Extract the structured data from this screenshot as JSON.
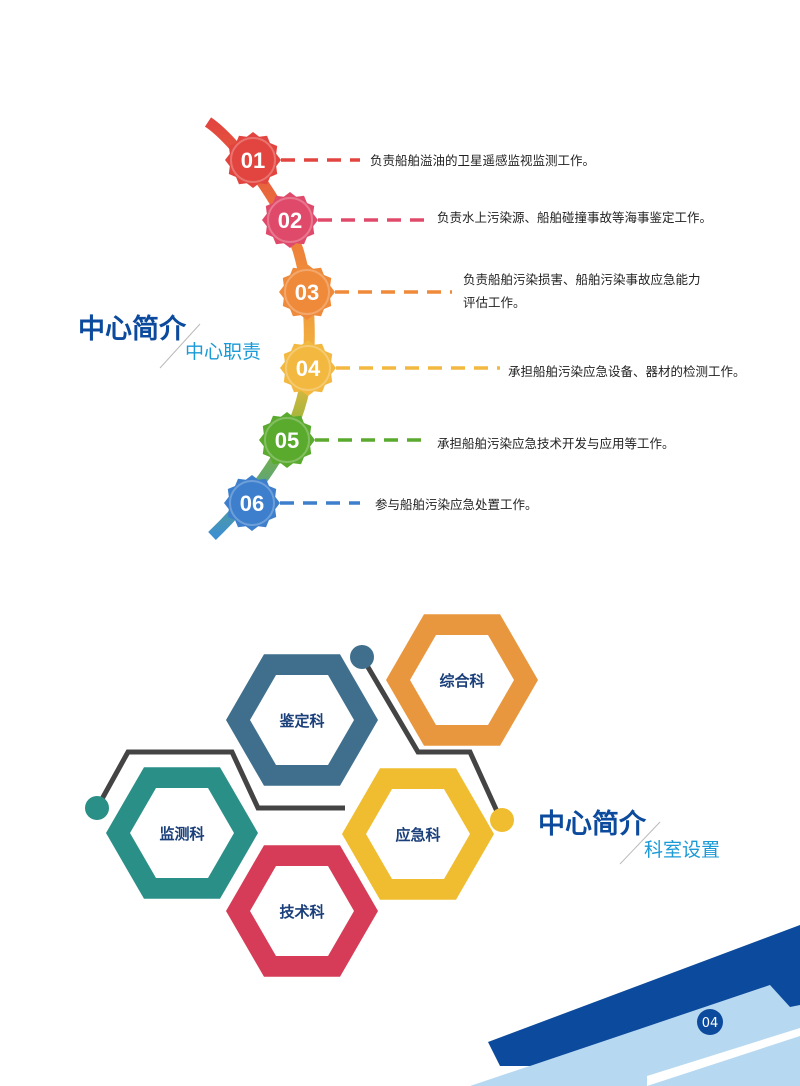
{
  "section1": {
    "title": "中心简介",
    "subtitle": "中心职责",
    "duties": [
      {
        "num": "01",
        "lines": [
          "负责船舶溢油的卫星遥感监视监测工作。"
        ],
        "color": "#e2453f"
      },
      {
        "num": "02",
        "lines": [
          "负责水上污染源、船舶碰撞事故等海事鉴定工作。"
        ],
        "color": "#e04a6a"
      },
      {
        "num": "03",
        "lines": [
          "负责船舶污染损害、船舶污染事故应急能力",
          "评估工作。"
        ],
        "color": "#ef8a3a"
      },
      {
        "num": "04",
        "lines": [
          "承担船舶污染应急设备、器材的检测工作。"
        ],
        "color": "#f2b840"
      },
      {
        "num": "05",
        "lines": [
          "承担船舶污染应急技术开发与应用等工作。"
        ],
        "color": "#5aaa2e"
      },
      {
        "num": "06",
        "lines": [
          "参与船舶污染应急处置工作。"
        ],
        "color": "#3d7fcc"
      }
    ]
  },
  "section2": {
    "title": "中心简介",
    "subtitle": "科室设置",
    "departments": [
      {
        "label": "鉴定科",
        "color": "#3f6f8c"
      },
      {
        "label": "综合科",
        "color": "#e9973f"
      },
      {
        "label": "监测科",
        "color": "#2a8f87"
      },
      {
        "label": "应急科",
        "color": "#efbd2f"
      },
      {
        "label": "技术科",
        "color": "#d63c57"
      }
    ]
  },
  "footer": {
    "page_number": "04"
  }
}
